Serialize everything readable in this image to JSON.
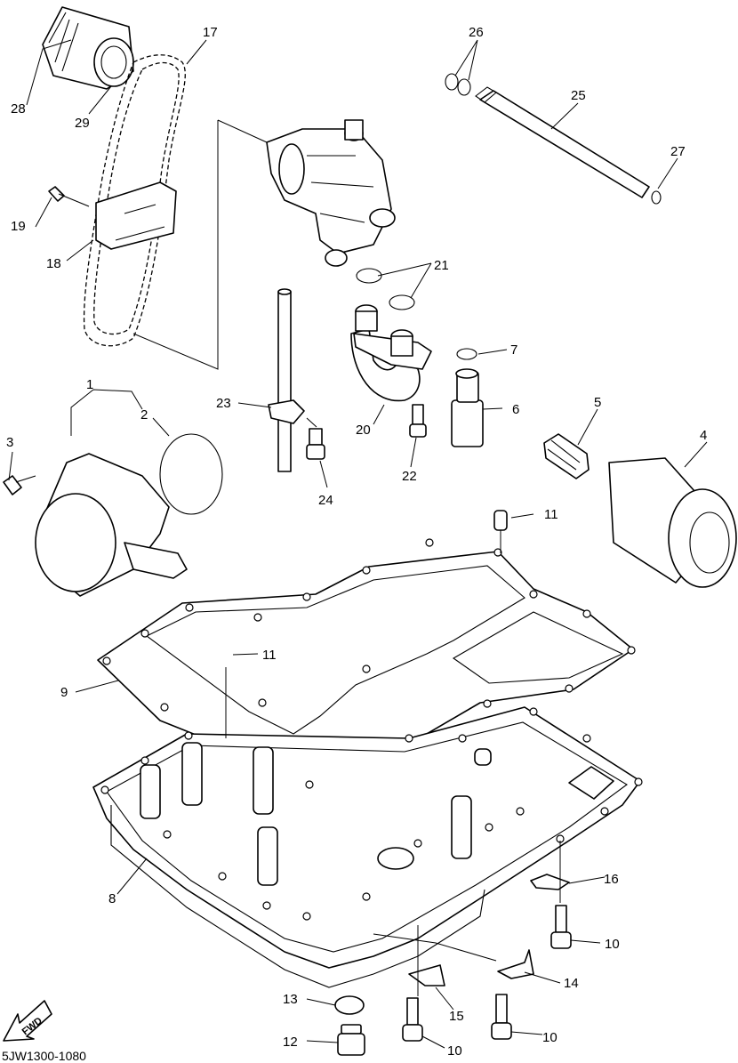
{
  "drawing_code": "5JW1300-1080",
  "fwd_badge": "FWD",
  "callouts": {
    "p1": "1",
    "p2": "2",
    "p3": "3",
    "p4": "4",
    "p5": "5",
    "p6": "6",
    "p7": "7",
    "p8": "8",
    "p9": "9",
    "p10a": "10",
    "p10b": "10",
    "p10c": "10",
    "p11a": "11",
    "p11b": "11",
    "p12": "12",
    "p13": "13",
    "p14": "14",
    "p15": "15",
    "p16": "16",
    "p17": "17",
    "p18": "18",
    "p19": "19",
    "p20": "20",
    "p21": "21",
    "p22": "22",
    "p23": "23",
    "p24": "24",
    "p25": "25",
    "p26": "26",
    "p27": "27",
    "p28": "28",
    "p29": "29"
  }
}
